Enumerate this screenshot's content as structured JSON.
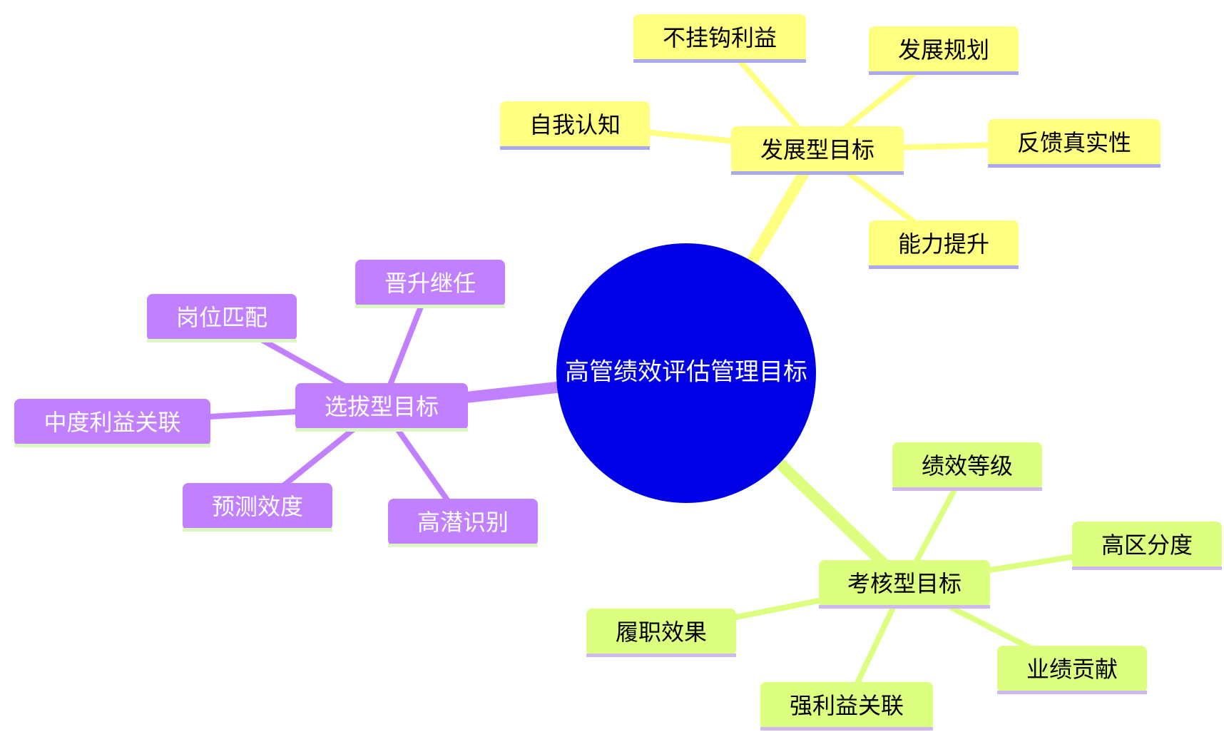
{
  "mindmap": {
    "root": {
      "label": "高管绩效评估管理目标",
      "color": "#0000E6",
      "text_color": "#ffffff"
    },
    "branches": [
      {
        "id": "development",
        "label": "发展型目标",
        "fill": "#FFFF80",
        "edge": "#FFFF80",
        "underline": "#A9A9F0",
        "text_color": "#000000",
        "children": [
          "不挂钩利益",
          "发展规划",
          "自我认知",
          "反馈真实性",
          "能力提升"
        ]
      },
      {
        "id": "selection",
        "label": "选拔型目标",
        "fill": "#C080FF",
        "edge": "#C080FF",
        "underline": "#DDF7C4",
        "text_color": "#ffffff",
        "children": [
          "晋升继任",
          "岗位匹配",
          "中度利益关联",
          "预测效度",
          "高潜识别"
        ]
      },
      {
        "id": "assessment",
        "label": "考核型目标",
        "fill": "#DDFF80",
        "edge": "#DDFF80",
        "underline": "#CDB8F0",
        "text_color": "#000000",
        "children": [
          "绩效等级",
          "高区分度",
          "履职效果",
          "业绩贡献",
          "强利益关联"
        ]
      }
    ]
  }
}
